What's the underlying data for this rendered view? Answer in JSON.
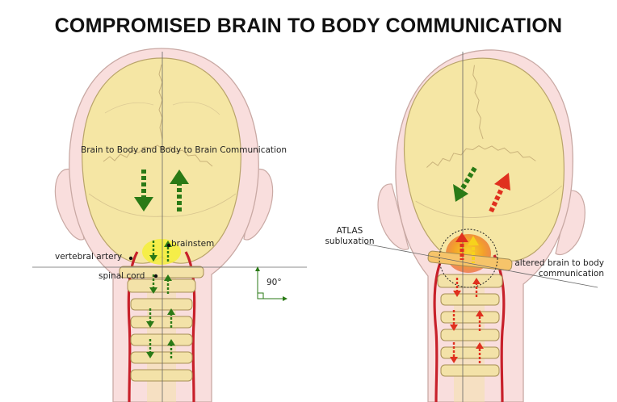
{
  "title": "COMPROMISED BRAIN TO BODY COMMUNICATION",
  "left_panel": {
    "communication_label": "Brain to Body and Body to Brain Communication",
    "brainstem_label": "brainstem",
    "vertebral_artery_label": "vertebral artery",
    "spinal_cord_label": "spinal cord",
    "angle_label": "90°"
  },
  "right_panel": {
    "atlas_label_line1": "ATLAS",
    "atlas_label_line2": "subluxation",
    "altered_label_line1": "altered brain to body",
    "altered_label_line2": "communication"
  },
  "colors": {
    "skull": "#f5e6a4",
    "skin": "#f9dedd",
    "arrow_green": "#2a7a16",
    "arrow_red": "#e0301e",
    "artery": "#c8202a",
    "vertebra": "#f3e2a8",
    "brainstem_highlight": "#f4ef3a",
    "subluxation_highlight": "#f39a1c"
  }
}
